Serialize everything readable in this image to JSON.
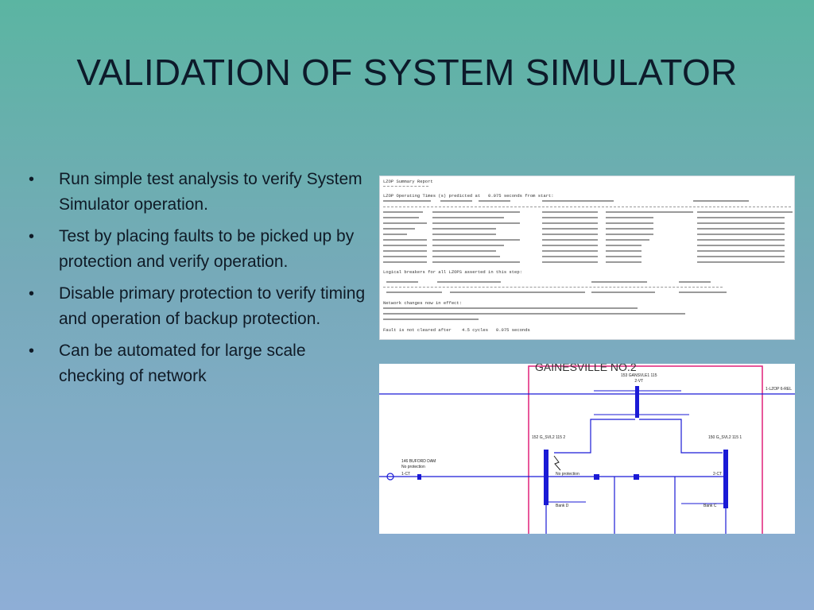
{
  "title": "VALIDATION OF SYSTEM SIMULATOR",
  "bullets": [
    "Run simple test analysis to verify System Simulator operation.",
    "Test by placing faults to be picked up by protection and verify operation.",
    "Disable primary protection to verify timing and operation of backup protection.",
    "Can be automated for large scale checking of network"
  ],
  "bullet_glyph": "•",
  "report": {
    "heading": "LZOP Summary Report",
    "operating_times": "LZOP Operating Times (s) predicted at   0.075 seconds from start:",
    "logical_breakers": "Logical breakers for all LZOPS asserted in this step:",
    "network_changes": "Network changes now in effect:",
    "fault_status": "Fault is not cleared after    4.5 cycles   0.075 seconds"
  },
  "diagram": {
    "title": "GAINESVILLE NO.2",
    "labels": {
      "bus_top": "153 GANSVLE1 115",
      "bus_top_sub": "2-VT",
      "left_bus": "152 G_SVL2 115 2",
      "right_bus": "150 G_SVL2 115 1",
      "far_left": "146 BUFORD DAM",
      "far_left_sub": "No protection",
      "no_protection": "No protection",
      "ct_left": "1-CT",
      "ct_right": "2-CT",
      "bank_d": "Bank D",
      "bank_c": "Bank C",
      "far_right": "1-LZOP 6-REL"
    }
  },
  "colors": {
    "bus": "#1a1ad6",
    "frame": "#e0207a",
    "title_text": "#0d1a2a"
  }
}
